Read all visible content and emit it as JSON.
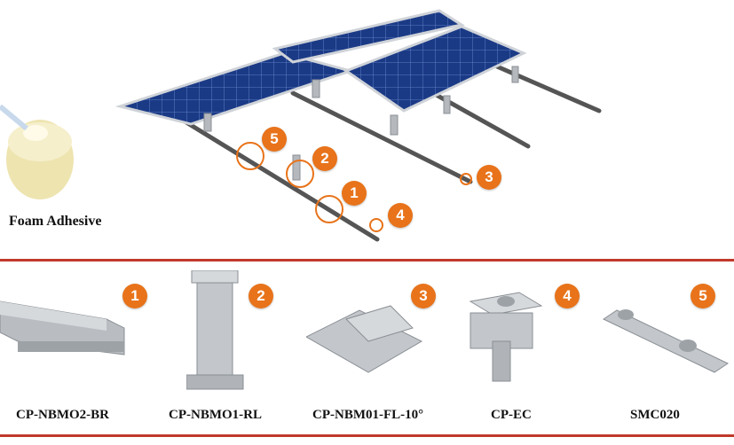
{
  "adhesive": {
    "label": "Foam Adhesive"
  },
  "callouts": [
    "5",
    "2",
    "1",
    "4",
    "3"
  ],
  "products": [
    {
      "number": "1",
      "name": "CP-NBMO2-BR"
    },
    {
      "number": "2",
      "name": "CP-NBMO1-RL"
    },
    {
      "number": "3",
      "name": "CP-NBM01-FL-10°"
    },
    {
      "number": "4",
      "name": "CP-EC"
    },
    {
      "number": "5",
      "name": "SMC020"
    }
  ],
  "colors": {
    "accent": "#e8731a",
    "divider": "#c0392b",
    "panel": "#1f3f8a"
  }
}
